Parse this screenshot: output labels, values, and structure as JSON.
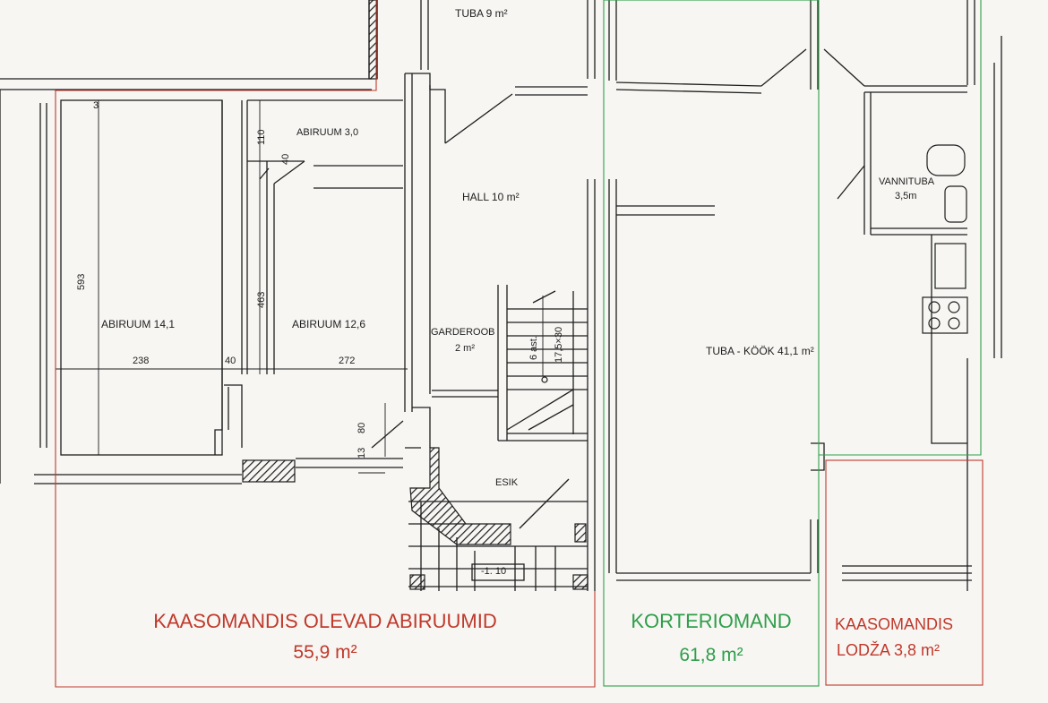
{
  "rooms": {
    "tuba_top": "TUBA  9 m²",
    "abiruum_small": "ABIRUUM   3,0",
    "hall": "HALL 10 m²",
    "abiruum_left": "ABIRUUM  14,1",
    "abiruum_mid": "ABIRUUM  12,6",
    "garderoob": "GARDEROOB",
    "garderoob_area": "2 m²",
    "esik": "ESIK",
    "tuba_kook": "TUBA - KÖÖK 41,1 m²",
    "vannituba": "VANNITUBA",
    "vannituba_area": "3,5m"
  },
  "dimensions": {
    "d3": "3",
    "d110": "110",
    "d40a": "40",
    "d593": "593",
    "d463": "463",
    "d238": "238",
    "d40b": "40",
    "d272": "272",
    "d80": "80",
    "d13": "13",
    "stairs_a": "6 ast.",
    "stairs_b": "17,5×30",
    "level": "-1. 10"
  },
  "zones": {
    "common_rooms_title": "KAASOMANDIS OLEVAD ABIRUUMID",
    "common_rooms_area": "55,9 m²",
    "apartment_title": "KORTERIOMAND",
    "apartment_area": "61,8 m²",
    "lodge_title": "KAASOMANDIS",
    "lodge_area": "LODŽA 3,8 m²"
  },
  "colors": {
    "red_zone": "#c0392b",
    "green_zone": "#2f9e4a",
    "wall": "#1e1e1e"
  }
}
